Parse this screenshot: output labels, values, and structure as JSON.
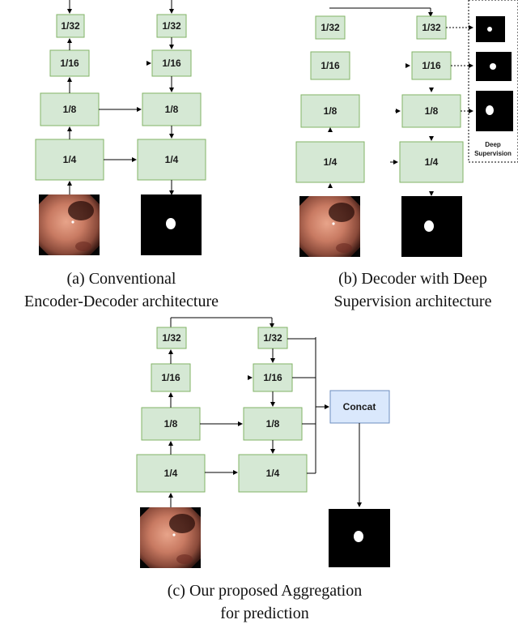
{
  "blocks": {
    "s4": "1/4",
    "s8": "1/8",
    "s16": "1/16",
    "s32": "1/32"
  },
  "concat_label": "Concat",
  "deep_supervision_label": [
    "Deep",
    "Supervision"
  ],
  "captions": {
    "a": [
      "(a) Conventional",
      "Encoder-Decoder architecture"
    ],
    "b": [
      "(b) Decoder with Deep",
      "Supervision architecture"
    ],
    "c": [
      "(c) Our proposed Aggregation",
      "for prediction"
    ]
  },
  "colors": {
    "block_fill": "#d5e8d4",
    "block_stroke": "#82b366",
    "concat_fill": "#dae8fc",
    "concat_stroke": "#6c8ebf"
  }
}
